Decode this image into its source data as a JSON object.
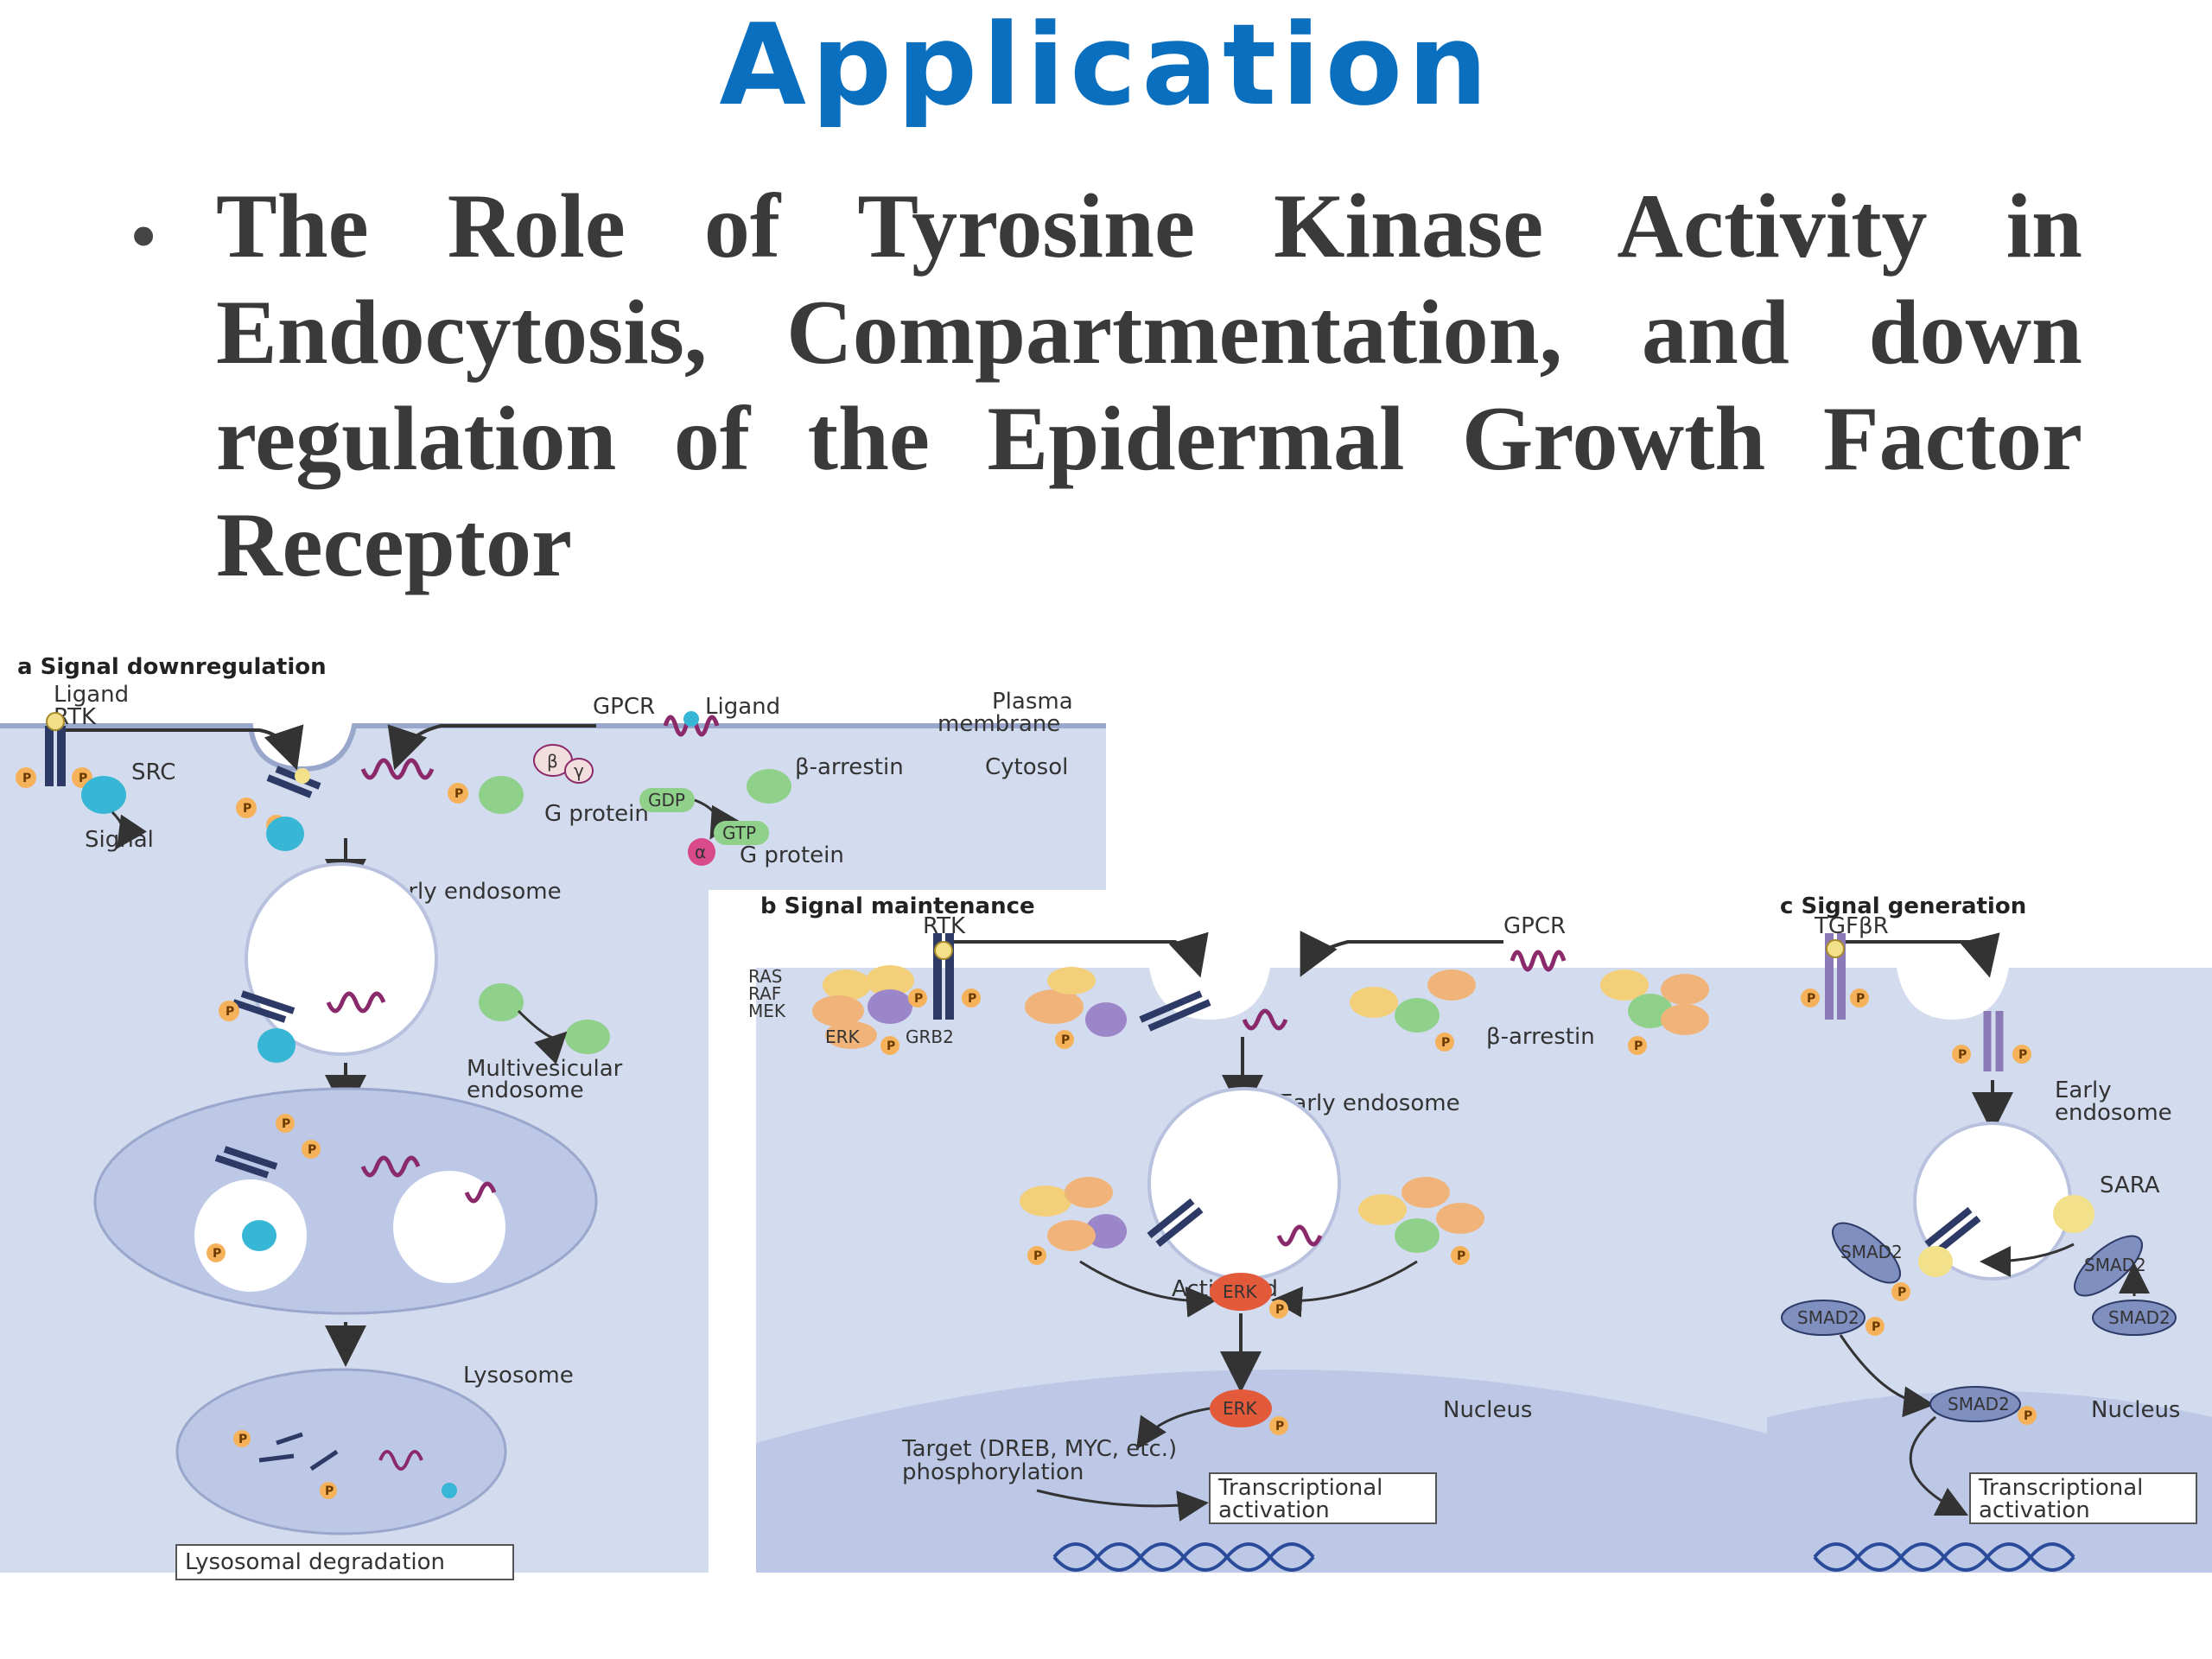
{
  "header": {
    "title": "Application"
  },
  "bullet": {
    "text": "The Role of Tyrosine Kinase Activity in Endocytosis, Compartmentation, and down regulation of the Epidermal Growth Factor Receptor"
  },
  "diagram": {
    "panel_a": {
      "title": "a  Signal downregulation",
      "ligand": "Ligand",
      "rtk": "RTK",
      "src": "SRC",
      "signal": "Signal",
      "gpcr": "GPCR",
      "ligand2": "Ligand",
      "plasma": "Plasma",
      "membrane": "membrane",
      "beta_arrestin": "β-arrestin",
      "cytosol": "Cytosol",
      "g_protein": "G protein",
      "gdp": "GDP",
      "gtp": "GTP",
      "alpha": "α",
      "beta": "β",
      "gamma": "γ",
      "g_protein2": "G protein",
      "early_endosome": "Early endosome",
      "mvb1": "Multivesicular",
      "mvb2": "endosome",
      "lysosome": "Lysosome",
      "degradation": "Lysosomal degradation"
    },
    "panel_b": {
      "title": "b  Signal maintenance",
      "rtk": "RTK",
      "gpcr": "GPCR",
      "ras": "RAS",
      "raf": "RAF",
      "mek": "MEK",
      "erk": "ERK",
      "grb2": "GRB2",
      "beta_arrestin": "β-arrestin",
      "early_endosome": "Early endosome",
      "activated": "Activated",
      "erk_act": "ERK",
      "erk_nuc": "ERK",
      "nucleus": "Nucleus",
      "target1": "Target (DREB, MYC, etc.)",
      "target2": "phosphorylation",
      "tx1": "Transcriptional",
      "tx2": "activation"
    },
    "panel_c": {
      "title": "c  Signal generation",
      "tgfbr": "TGFβR",
      "early1": "Early",
      "early2": "endosome",
      "sara": "SARA",
      "smad2_a": "SMAD2",
      "smad2_b": "SMAD2",
      "smad2_c": "SMAD2",
      "smad2_d": "SMAD2",
      "smad2_e": "SMAD2",
      "nucleus": "Nucleus",
      "tx1": "Transcriptional",
      "tx2": "activation"
    },
    "phospho": "P",
    "colors": {
      "cytosol": "#cfd8ec",
      "membrane_edge": "#9aa7cc",
      "receptor": "#2d3a66",
      "gpcr": "#8b2a6a",
      "ras": "#f0b47a",
      "raf": "#f3cf7a",
      "green": "#8fd08a",
      "purple": "#9a86c8",
      "cyan": "#38b6d6",
      "erk_active": "#e35a3a",
      "phospho": "#f6b25a"
    }
  }
}
